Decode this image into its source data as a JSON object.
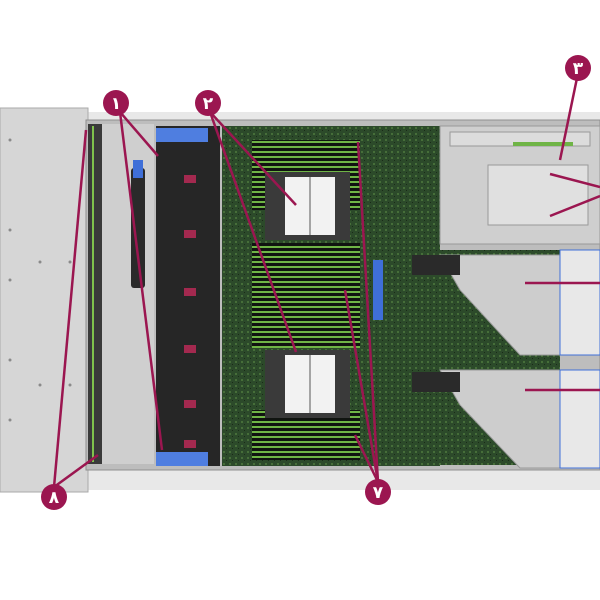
{
  "callouts": [
    {
      "id": "1",
      "label": "۱"
    },
    {
      "id": "2",
      "label": "۲"
    },
    {
      "id": "3",
      "label": "۳"
    },
    {
      "id": "7",
      "label": "۷"
    },
    {
      "id": "8",
      "label": "۸"
    }
  ],
  "colors": {
    "callout": "#9b1650",
    "chassis": "#c9c9c9",
    "board": "#2f4a2c",
    "dimm": "#7fbf4a",
    "fan": "#1c1c1c",
    "latch": "#3f6fd8"
  }
}
